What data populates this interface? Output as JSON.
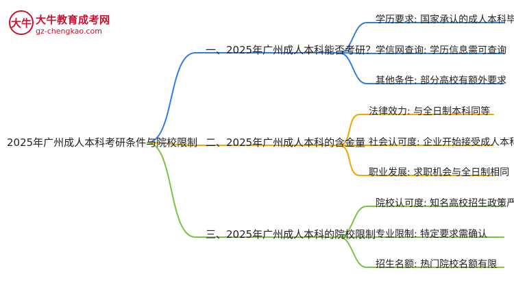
{
  "logo": {
    "name": "大牛教育成考网",
    "url": "gz-chengkao.com",
    "mark_text": "大牛",
    "color": "#c8102e"
  },
  "mindmap": {
    "root": "2025年广州成人本科考研条件与院校限制",
    "branches": [
      {
        "label": "一、2025年广州成人本科能否考研？",
        "color": "#2f7de1",
        "leaves": [
          "学历要求: 国家承认的成人本科毕业证书",
          "学信网查询: 学历信息需可查询",
          "其他条件: 部分高校有额外要求"
        ]
      },
      {
        "label": "二、2025年广州成人本科的含金量",
        "color": "#f0a500",
        "leaves": [
          "法律效力: 与全日制本科同等",
          "社会认可度: 企业开始接受成人本科",
          "职业发展: 求职机会与全日制相同"
        ]
      },
      {
        "label": "三、2025年广州成人本科的院校限制",
        "color": "#7cc242",
        "leaves": [
          "院校认可度: 知名高校招生政策严格",
          "专业限制: 特定要求需确认",
          "招生名额: 热门院校名额有限"
        ]
      }
    ]
  }
}
